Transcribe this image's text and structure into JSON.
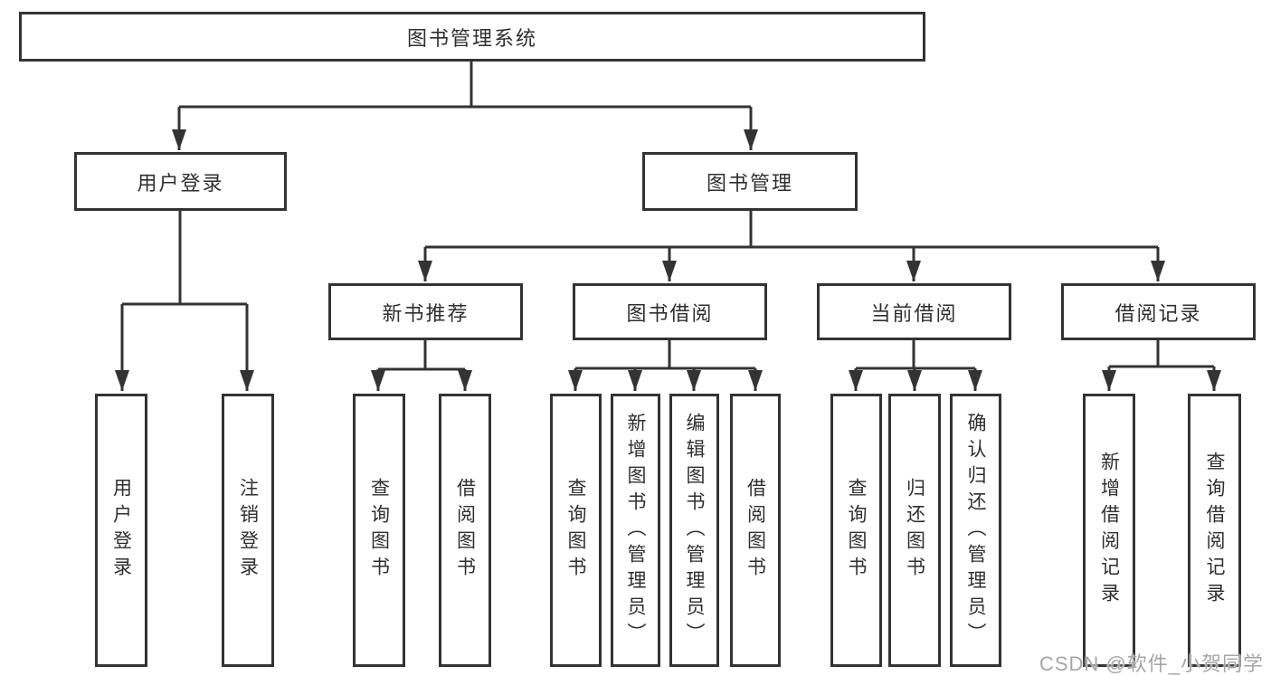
{
  "root": {
    "label": "图书管理系统"
  },
  "branches": [
    {
      "label": "用户登录"
    },
    {
      "label": "图书管理"
    }
  ],
  "sections": [
    {
      "label": "新书推荐"
    },
    {
      "label": "图书借阅"
    },
    {
      "label": "当前借阅"
    },
    {
      "label": "借阅记录"
    }
  ],
  "leaves": [
    {
      "label": "用户登录"
    },
    {
      "label": "注销登录"
    },
    {
      "label": "查询图书"
    },
    {
      "label": "借阅图书"
    },
    {
      "label": "查询图书"
    },
    {
      "label": "新增图书（管理员）"
    },
    {
      "label": "编辑图书（管理员）"
    },
    {
      "label": "借阅图书"
    },
    {
      "label": "查询图书"
    },
    {
      "label": "归还图书"
    },
    {
      "label": "确认归还（管理员）"
    },
    {
      "label": "新增借阅记录"
    },
    {
      "label": "查询借阅记录"
    }
  ],
  "watermark": "CSDN @软件_小贺同学",
  "colors": {
    "line": "#333333",
    "text": "#2f2f2f",
    "background": "#ffffff",
    "watermark": "#a6a6a6"
  }
}
